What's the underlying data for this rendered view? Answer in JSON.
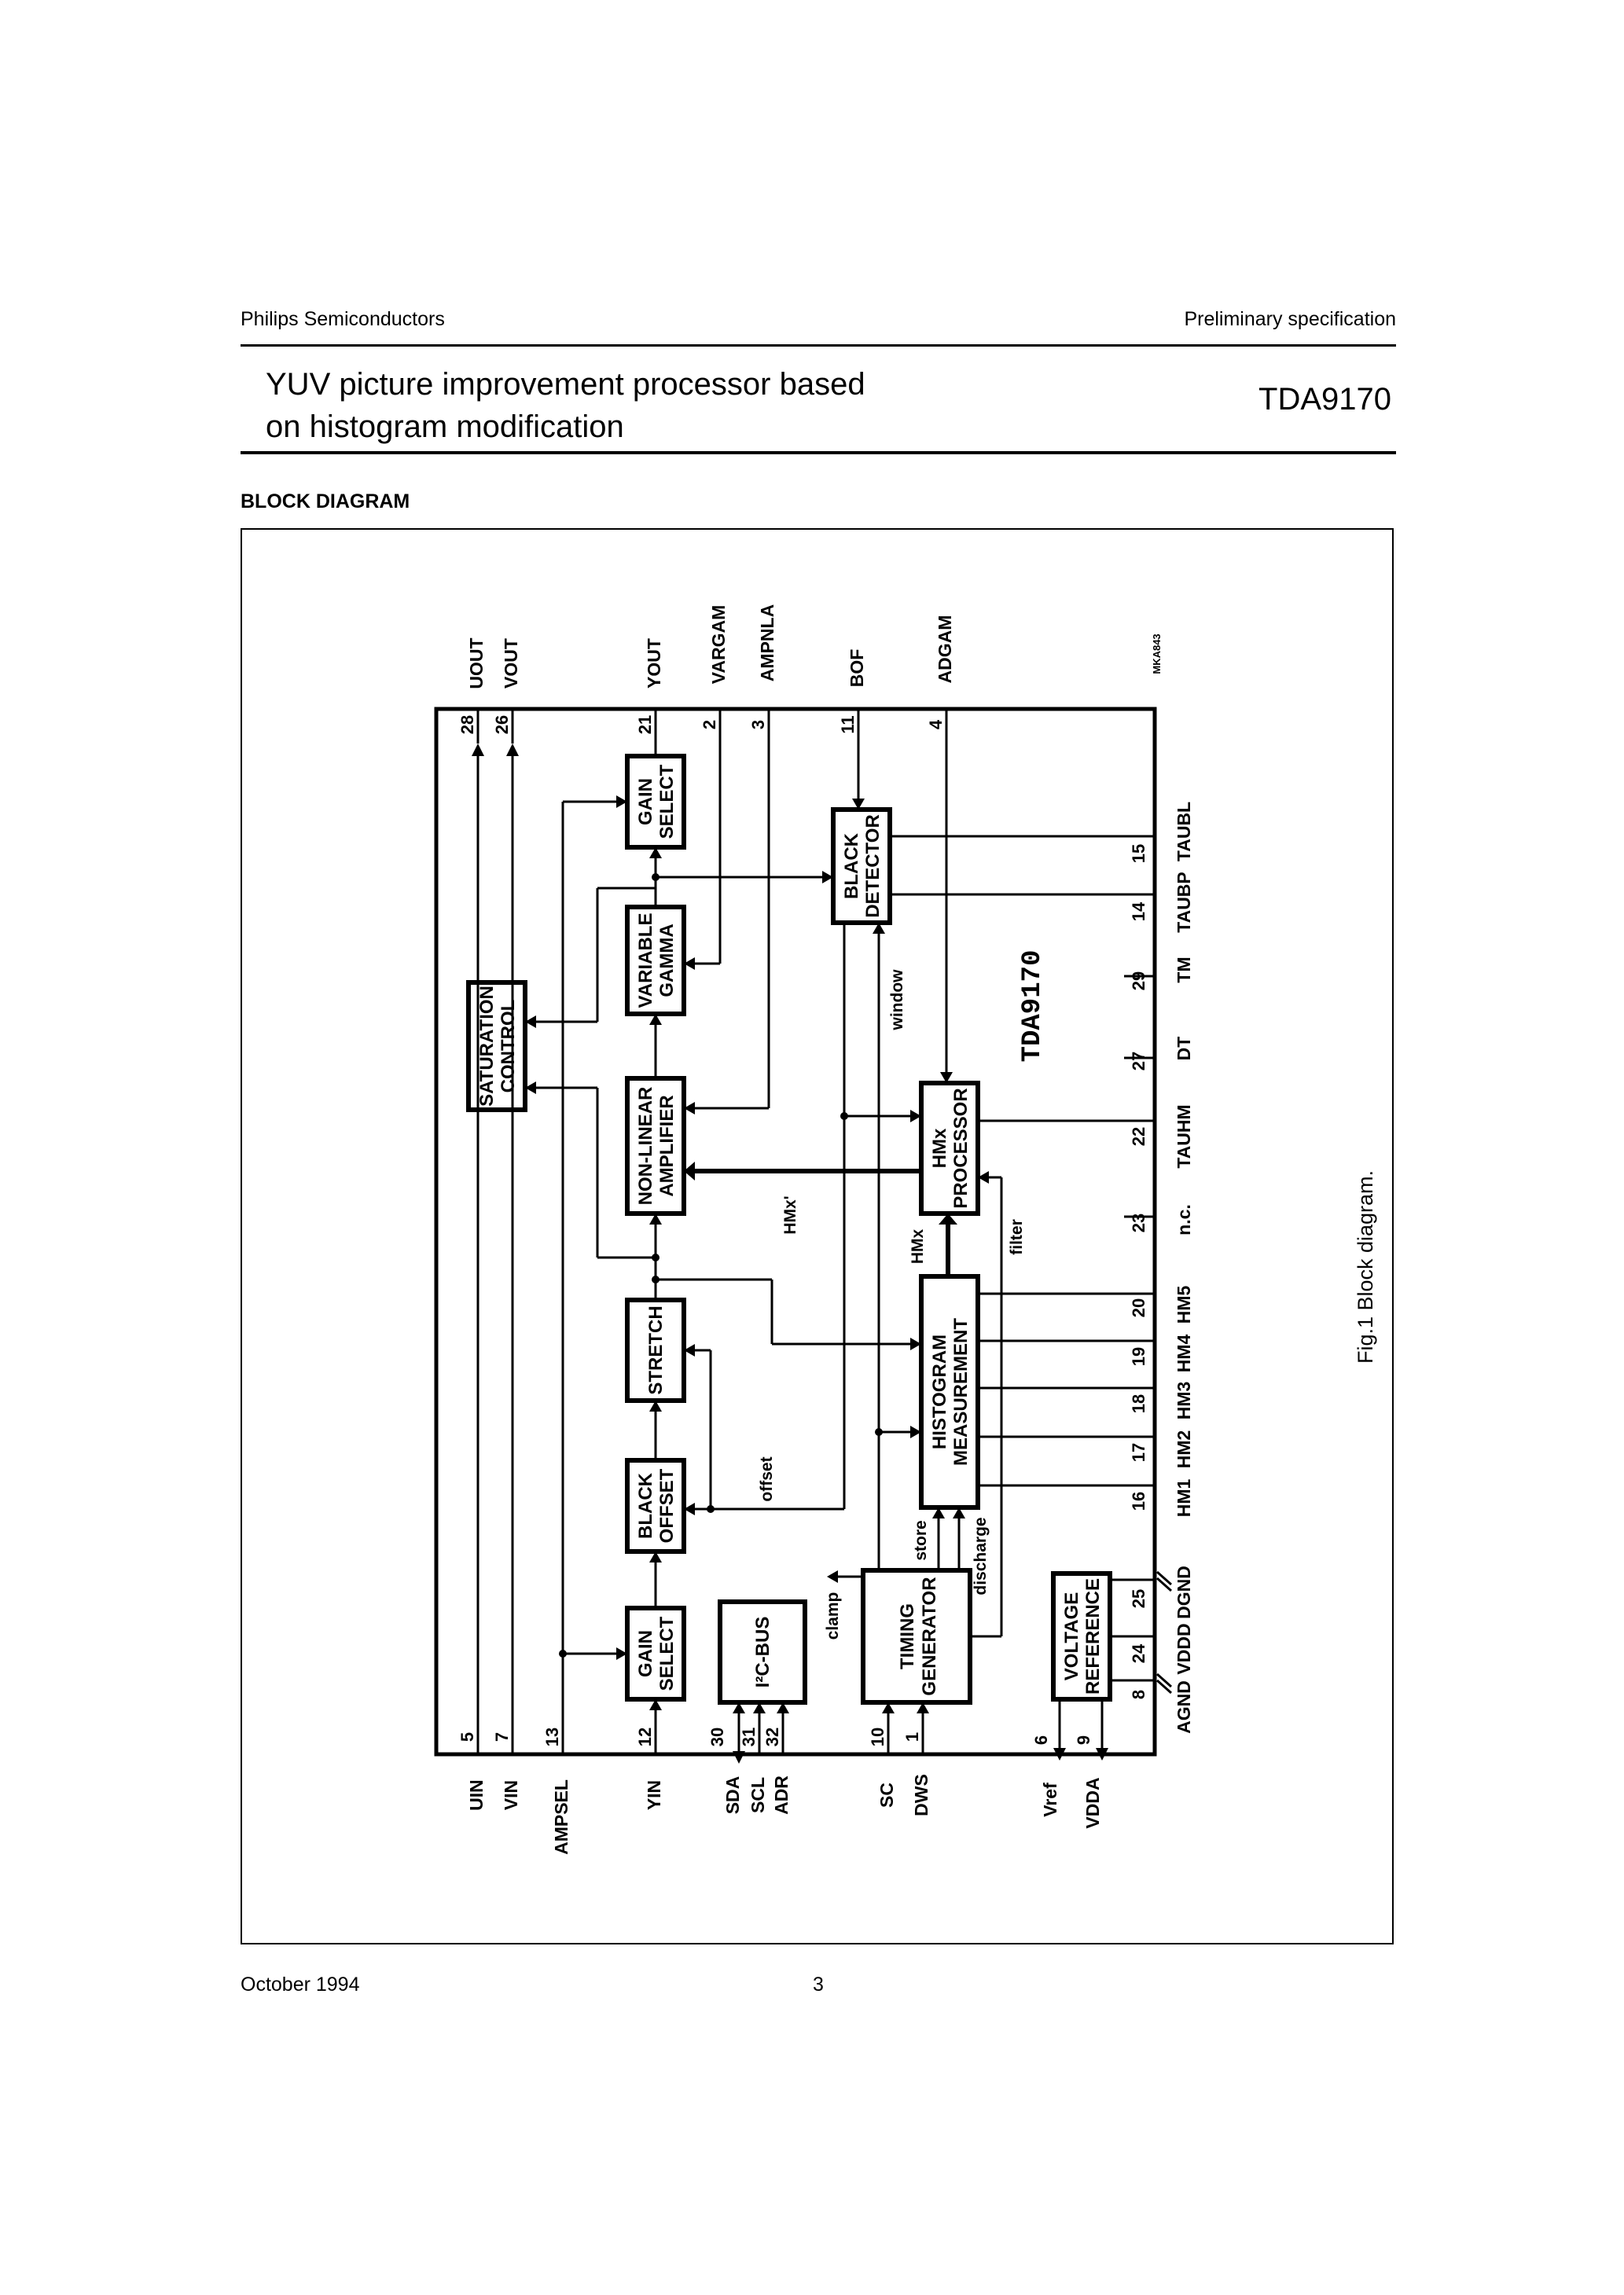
{
  "header": {
    "company": "Philips Semiconductors",
    "doc_status": "Preliminary specification",
    "title_line1": "YUV picture improvement processor based",
    "title_line2": "on histogram modification",
    "part_number": "TDA9170"
  },
  "section_title": "BLOCK DIAGRAM",
  "diagram": {
    "chip_label": "TDA9170",
    "ref_code": "MKA843",
    "caption": "Fig.1  Block diagram.",
    "blocks": {
      "saturation_control": [
        "SATURATION",
        "CONTROL"
      ],
      "gain_select_top": [
        "GAIN",
        "SELECT"
      ],
      "variable_gamma": [
        "VARIABLE",
        "GAMMA"
      ],
      "non_linear_amplifier": [
        "NON-LINEAR",
        "AMPLIFIER"
      ],
      "stretch": [
        "STRETCH"
      ],
      "black_offset": [
        "BLACK",
        "OFFSET"
      ],
      "gain_select_bottom": [
        "GAIN",
        "SELECT"
      ],
      "i2c_bus": "I²C-BUS",
      "timing_generator": [
        "TIMING",
        "GENERATOR"
      ],
      "histogram_measurement": [
        "HISTOGRAM",
        "MEASUREMENT"
      ],
      "hmx_processor": [
        "HMx",
        "PROCESSOR"
      ],
      "black_detector": [
        "BLACK",
        "DETECTOR"
      ],
      "voltage_reference": [
        "VOLTAGE",
        "REFERENCE"
      ]
    },
    "signal_labels": {
      "window": "window",
      "offset": "offset",
      "hmx_prime": "HMx'",
      "hmx": "HMx",
      "filter": "filter",
      "store": "store",
      "discharge": "discharge",
      "clamp": "clamp"
    },
    "pins_top": [
      {
        "num": "28",
        "name": "UOUT"
      },
      {
        "num": "26",
        "name": "VOUT"
      },
      {
        "num": "21",
        "name": "YOUT"
      },
      {
        "num": "2",
        "name": "VARGAM"
      },
      {
        "num": "3",
        "name": "AMPNLA"
      },
      {
        "num": "11",
        "name": "BOF"
      },
      {
        "num": "4",
        "name": "ADGAM"
      }
    ],
    "pins_bottom": [
      {
        "num": "5",
        "name": "UIN"
      },
      {
        "num": "7",
        "name": "VIN"
      },
      {
        "num": "13",
        "name": "AMPSEL"
      },
      {
        "num": "12",
        "name": "YIN"
      },
      {
        "num": "30",
        "name": "SDA"
      },
      {
        "num": "31",
        "name": "SCL"
      },
      {
        "num": "32",
        "name": "ADR"
      },
      {
        "num": "10",
        "name": "SC"
      },
      {
        "num": "1",
        "name": "DWS"
      },
      {
        "num": "6",
        "name": "Vref"
      },
      {
        "num": "9",
        "name": "VDDA"
      }
    ],
    "pins_right": [
      {
        "num": "15",
        "name": "TAUBL"
      },
      {
        "num": "14",
        "name": "TAUBP"
      },
      {
        "num": "29",
        "name": "TM"
      },
      {
        "num": "27",
        "name": "DT"
      },
      {
        "num": "22",
        "name": "TAUHM"
      },
      {
        "num": "23",
        "name": "n.c."
      },
      {
        "num": "20",
        "name": "HM5"
      },
      {
        "num": "19",
        "name": "HM4"
      },
      {
        "num": "18",
        "name": "HM3"
      },
      {
        "num": "17",
        "name": "HM2"
      },
      {
        "num": "16",
        "name": "HM1"
      },
      {
        "num": "25",
        "name": "DGND"
      },
      {
        "num": "24",
        "name": "VDDD"
      },
      {
        "num": "8",
        "name": "AGND"
      }
    ]
  },
  "footer": {
    "date": "October 1994",
    "page": "3"
  }
}
